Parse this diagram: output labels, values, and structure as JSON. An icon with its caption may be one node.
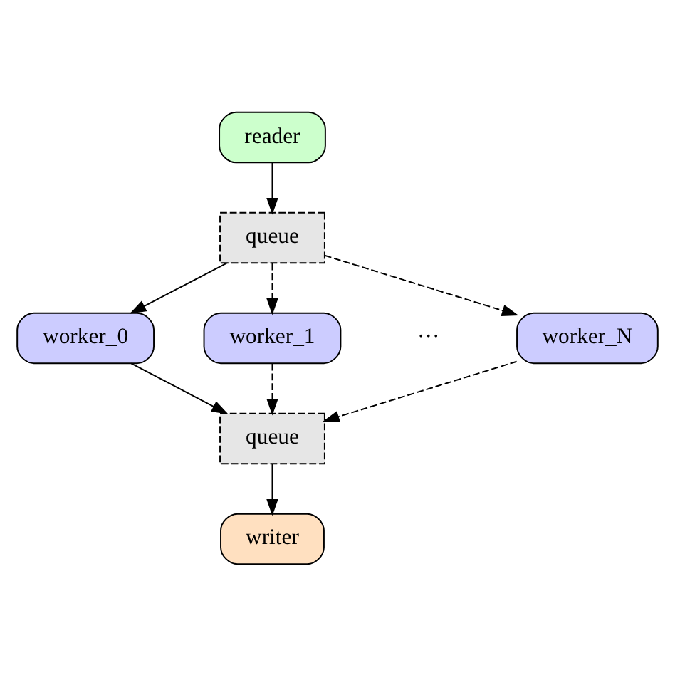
{
  "diagram": {
    "nodes": [
      {
        "text": [
          "reader"
        ]
      },
      {
        "text": [
          "queue"
        ]
      },
      {
        "text": [
          "worker_0"
        ]
      },
      {
        "text": [
          "worker_1"
        ]
      },
      {
        "text": [
          "worker_N"
        ]
      },
      {
        "text": [
          "queue"
        ]
      },
      {
        "text": [
          "writer"
        ]
      }
    ],
    "edges": [
      {
        "from": 0,
        "to": 1,
        "arrow": "to"
      },
      {
        "from": 1,
        "to": 2,
        "arrow": "to"
      },
      {
        "from": 1,
        "to": 3,
        "arrow": "to",
        "style": "dashed"
      },
      {
        "from": 1,
        "to": 4,
        "arrow": "to",
        "style": "dashed"
      },
      {
        "from": 2,
        "to": 5,
        "arrow": "to"
      },
      {
        "from": 3,
        "to": 5,
        "arrow": "to",
        "style": "dashed"
      },
      {
        "from": 4,
        "to": 5,
        "arrow": "to",
        "style": "dashed"
      },
      {
        "from": 5,
        "to": 6,
        "arrow": "to"
      }
    ],
    "labels": [
      "···"
    ]
  }
}
